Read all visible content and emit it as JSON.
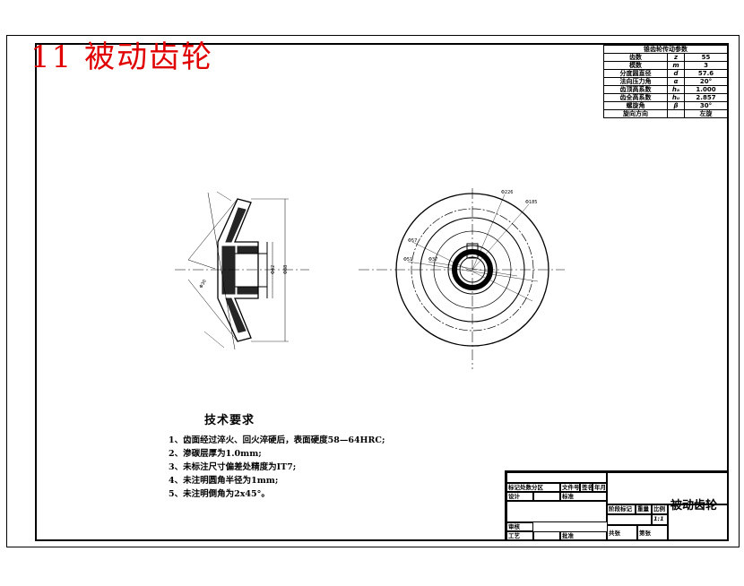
{
  "header": {
    "title": "11  被动齿轮"
  },
  "param_table": {
    "title": "锥齿轮传动参数",
    "rows": [
      [
        "齿数",
        "z",
        "55"
      ],
      [
        "模数",
        "m",
        "3"
      ],
      [
        "分度圆直径",
        "d",
        "57.6"
      ],
      [
        "法向压力角",
        "α",
        "20°"
      ],
      [
        "齿顶高系数",
        "hₐ",
        "1.000"
      ],
      [
        "齿全高系数",
        "hᵤ",
        "2.857"
      ],
      [
        "螺旋角",
        "β",
        "30°"
      ],
      [
        "旋向方向",
        "",
        "左旋"
      ]
    ]
  },
  "dimensions": {
    "d1": "Φ226",
    "d2": "Φ185",
    "d3": "Φ37",
    "d4": "Φ51",
    "d5": "Φ57",
    "s1": "Φ42",
    "s2": "Φ88",
    "s3": "Φ30"
  },
  "tech_requirements": {
    "title": "技术要求",
    "items": [
      "1、齿面经过淬火、回火淬硬后，表面硬度58—64HRC;",
      "2、渗碳层厚为1.0mm;",
      "3、未标注尺寸偏差处精度为IT7;",
      "4、未注明圆角半径为1mm;",
      "5、未注明倒角为2x45°。"
    ]
  },
  "title_block": {
    "part_name": "被动齿轮",
    "labels": {
      "mark": "标记处数分区",
      "doc_no": "文件号",
      "sign": "签名",
      "date": "年月日",
      "design": "设计",
      "std": "标准",
      "stage": "阶段标记",
      "weight": "重量",
      "scale_label": "比例",
      "scale": "1:1",
      "review": "审核",
      "process": "工艺",
      "approve": "批准",
      "sheets": "共张",
      "sheet_no": "第张"
    }
  }
}
